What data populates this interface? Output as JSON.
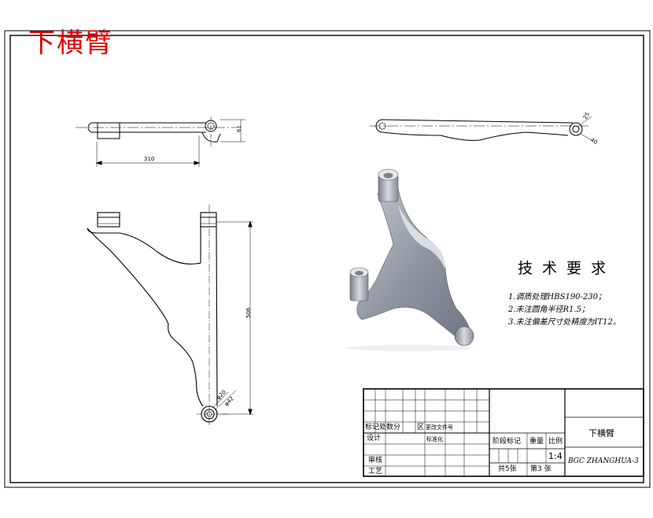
{
  "drawing": {
    "title": "下横臂",
    "dimensions": {
      "overall_width": "310",
      "overall_height": "506",
      "side_height": "61",
      "end_dia_1": "25",
      "end_dia_2": "40",
      "bore_small": "φ20",
      "bore_large": "φ42"
    }
  },
  "tech_requirements": {
    "heading": "技术要求",
    "items": [
      "1.调质处理HBS190-230；",
      "2.未注圆角半径R1.5；",
      "3.未注偏差尺寸处精度为IT12。"
    ]
  },
  "title_block": {
    "part_name": "下横臂",
    "drawing_no": "BGC ZHANGHUA-3",
    "scale_label": "比例",
    "scale_value": "1:4",
    "weight_label": "重量",
    "stage_label": "阶段标记",
    "sheets_total": "共5张",
    "sheet_current": "第3 张",
    "row_labels": {
      "mark": "标记处数分",
      "zone": "区",
      "change_doc": "更改文件号",
      "design": "设计",
      "standardize": "标准化",
      "review": "审核",
      "process": "工艺"
    }
  }
}
